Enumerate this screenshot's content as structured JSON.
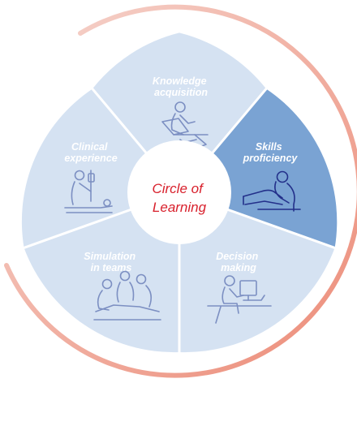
{
  "colors": {
    "segment_fill": "#d5e2f2",
    "segment_highlight": "#7aa3d3",
    "divider": "#ffffff",
    "icon_stroke": "#7c8fc2",
    "icon_stroke_highlight": "#23308a",
    "center_fill": "#ffffff",
    "center_text": "#d8202c",
    "arc_start": "#f6d6cf",
    "arc_end": "#ec8b77"
  },
  "center": {
    "line1": "Circle of",
    "line2": "Learning"
  },
  "segments": [
    {
      "id": "knowledge",
      "line1": "Knowledge",
      "line2": "acquisition",
      "icon": "reading-person-icon",
      "highlight": false
    },
    {
      "id": "skills",
      "line1": "Skills",
      "line2": "proficiency",
      "icon": "patient-care-icon",
      "highlight": true
    },
    {
      "id": "decision",
      "line1": "Decision",
      "line2": "making",
      "icon": "computer-user-icon",
      "highlight": false
    },
    {
      "id": "simulation",
      "line1": "Simulation",
      "line2": "in teams",
      "icon": "team-simulation-icon",
      "highlight": false
    },
    {
      "id": "clinical",
      "line1": "Clinical",
      "line2": "experience",
      "icon": "bedside-care-icon",
      "highlight": false
    }
  ]
}
